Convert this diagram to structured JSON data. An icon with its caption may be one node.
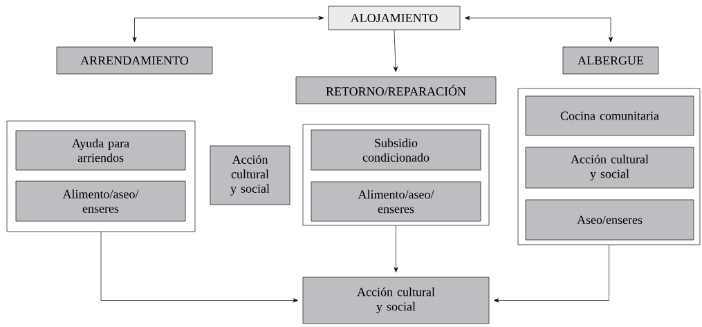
{
  "diagram": {
    "nodes": [
      {
        "text": [
          "ALOJAMIENTO"
        ]
      },
      {
        "text": [
          "ARRENDAMIENTO"
        ]
      },
      {
        "text": [
          "RETORNO/REPARACIÓN"
        ]
      },
      {
        "text": [
          "ALBERGUE"
        ]
      },
      {
        "text": [],
        "shape": "box"
      },
      {
        "text": [
          "Ayuda para arriendos"
        ],
        "in": 4
      },
      {
        "text": [
          "Alimento/aseo/ enseres"
        ],
        "in": 4
      },
      {
        "text": [
          "Acción cultural y social"
        ]
      },
      {
        "text": [],
        "shape": "box"
      },
      {
        "text": [
          "Subsidio condicionado"
        ],
        "in": 8
      },
      {
        "text": [
          "Alimento/aseo/ enseres"
        ],
        "in": 8
      },
      {
        "text": [],
        "shape": "box"
      },
      {
        "text": [
          "Cocina comunitaria"
        ],
        "in": 11
      },
      {
        "text": [
          "Acción cultural y social"
        ],
        "in": 11
      },
      {
        "text": [
          "Aseo/enseres"
        ],
        "in": 11
      },
      {
        "text": [
          "Acción cultural y social"
        ]
      }
    ],
    "edges": [
      {
        "from": 0,
        "to": 1,
        "arrow": "both"
      },
      {
        "from": 0,
        "to": 2,
        "arrow": "to"
      },
      {
        "from": 0,
        "to": 3,
        "arrow": "both"
      },
      {
        "from": 4,
        "to": 15,
        "arrow": "to"
      },
      {
        "from": 8,
        "to": 15,
        "arrow": "to"
      },
      {
        "from": 11,
        "to": 15,
        "arrow": "to"
      }
    ]
  }
}
